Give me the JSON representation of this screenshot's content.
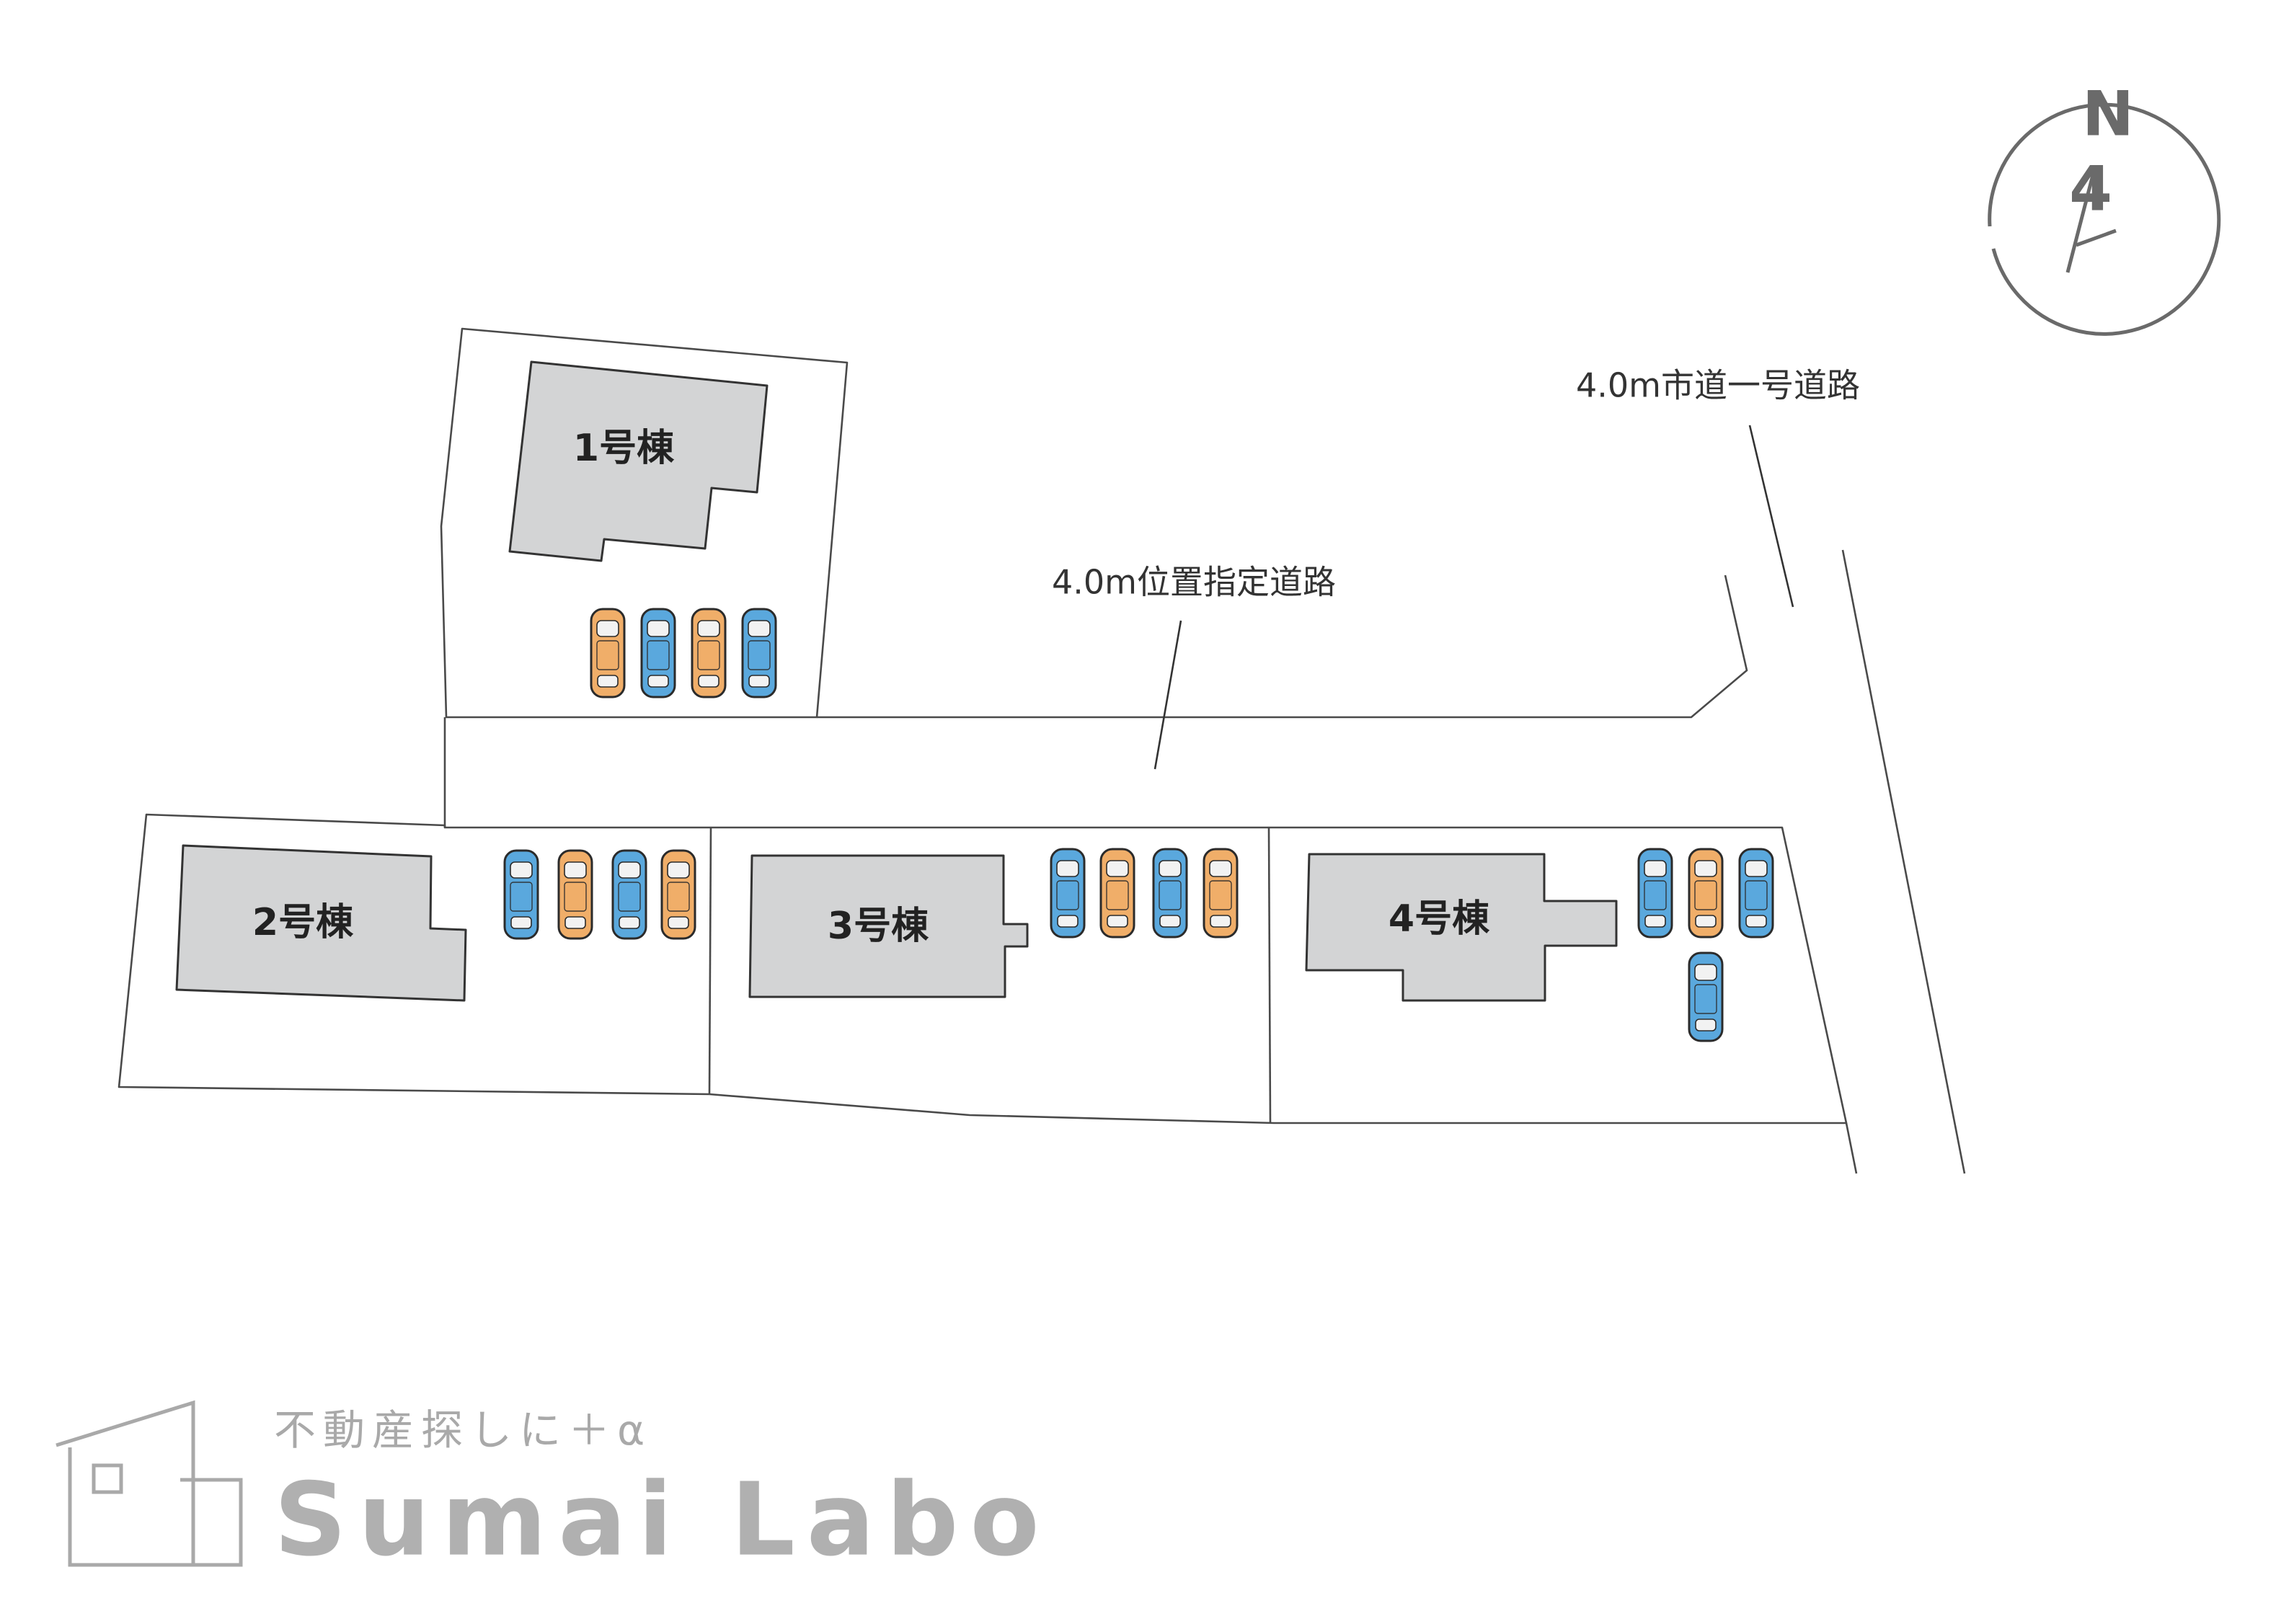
{
  "roads": {
    "private_road_label": "4.0m位置指定道路",
    "city_road_label": "4.0m市道一号道路"
  },
  "buildings": [
    {
      "label": "1号棟"
    },
    {
      "label": "2号棟"
    },
    {
      "label": "3号棟"
    },
    {
      "label": "4号棟"
    }
  ],
  "compass": {
    "north_label": "N",
    "north_digit": "4"
  },
  "brand": {
    "tagline": "不動産探しに＋α",
    "name": "Sumai Labo"
  },
  "colors": {
    "car_orange": "#f0ae69",
    "car_blue": "#5aa8dd",
    "building_gray": "#d3d4d5",
    "logo_gray": "#a9a9a9"
  },
  "parking": [
    {
      "lot": "1号棟",
      "cars": [
        "orange",
        "blue",
        "orange",
        "blue"
      ]
    },
    {
      "lot": "2号棟",
      "cars": [
        "blue",
        "orange",
        "blue",
        "orange"
      ]
    },
    {
      "lot": "3号棟",
      "cars": [
        "blue",
        "orange",
        "blue",
        "orange"
      ]
    },
    {
      "lot": "4号棟",
      "cars": [
        "blue",
        "orange",
        "blue",
        "blue"
      ]
    }
  ]
}
